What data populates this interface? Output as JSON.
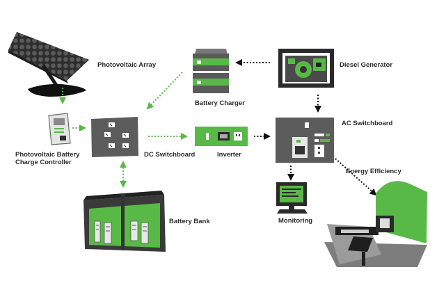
{
  "labels": {
    "photovoltaic_array": "Photovoltaic Array",
    "battery_charger": "Battery Charger",
    "diesel_generator": "Diesel Generator",
    "pv_controller_line1": "Photovoltaic Battery",
    "pv_controller_line2": "Charge Controller",
    "dc_switchboard": "DC Switchboard",
    "inverter": "Inverter",
    "ac_switchboard": "AC Switchboard",
    "energy_efficiency": "Energy Efficiency",
    "battery_bank": "Battery Bank",
    "monitoring": "Monitoring"
  },
  "colors": {
    "green": "#58b947",
    "dark": "#3a3a3a",
    "mid": "#6d6d6d",
    "light": "#9a9a9a",
    "arrow_black": "#111111"
  },
  "icons": [
    "solar-panel-icon",
    "battery-charger-icon",
    "diesel-generator-icon",
    "charge-controller-icon",
    "dc-switchboard-icon",
    "inverter-icon",
    "ac-switchboard-icon",
    "monitor-icon",
    "battery-bank-icon",
    "room-icon"
  ]
}
